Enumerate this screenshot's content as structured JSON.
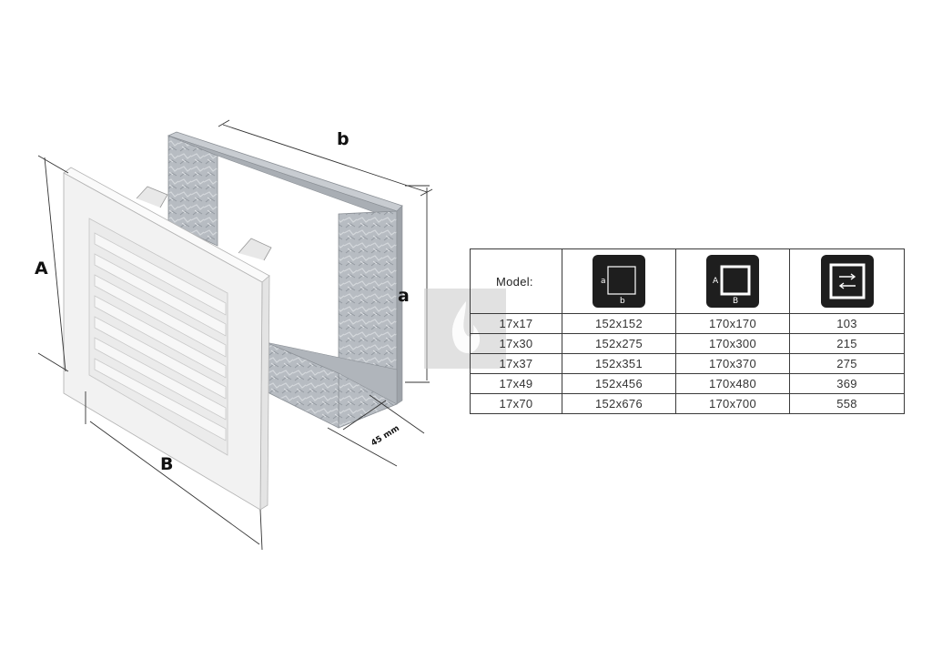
{
  "labels": {
    "height_outer": "A",
    "width_outer": "B",
    "height_inner": "a",
    "width_inner": "b",
    "depth": "45 mm"
  },
  "table": {
    "model_header": "Model:",
    "icon_headers": [
      {
        "name": "inner-dimensions-icon",
        "letter_side": "a",
        "letter_bottom": "b"
      },
      {
        "name": "outer-dimensions-icon",
        "letter_side": "A",
        "letter_bottom": "B"
      },
      {
        "name": "airflow-arrows-icon"
      }
    ],
    "rows": [
      {
        "model": "17x17",
        "inner": "152x152",
        "outer": "170x170",
        "flow": "103"
      },
      {
        "model": "17x30",
        "inner": "152x275",
        "outer": "170x300",
        "flow": "215"
      },
      {
        "model": "17x37",
        "inner": "152x351",
        "outer": "170x370",
        "flow": "275"
      },
      {
        "model": "17x49",
        "inner": "152x456",
        "outer": "170x480",
        "flow": "369"
      },
      {
        "model": "17x70",
        "inner": "152x676",
        "outer": "170x700",
        "flow": "558"
      }
    ]
  },
  "colors": {
    "grille": "#f2f2f2",
    "frame": "#b9bec4",
    "icon_bg": "#1e1e1e",
    "watermark": "#c8c8c8"
  }
}
